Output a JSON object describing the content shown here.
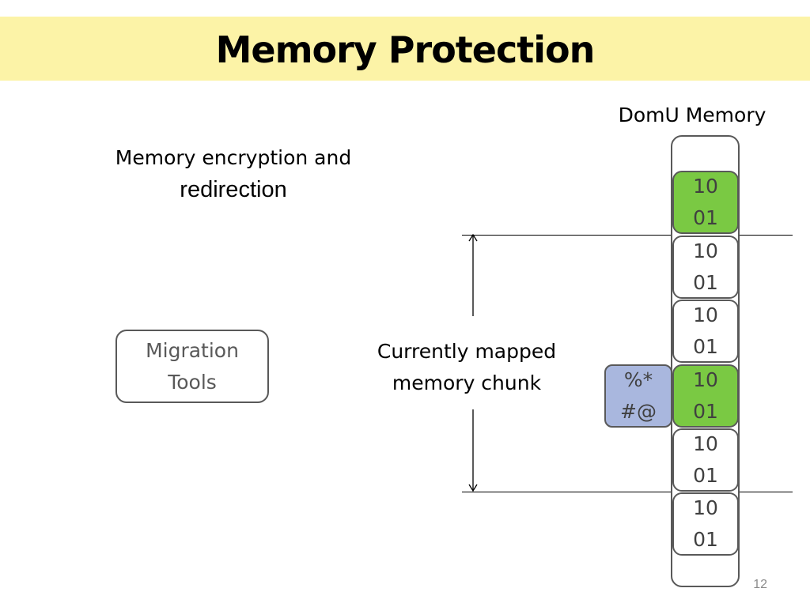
{
  "slide": {
    "title": "Memory Protection",
    "subtitle_line1": "Memory encryption and",
    "subtitle_line2": "redirection",
    "page_number": "12"
  },
  "tools": {
    "line1": "Migration",
    "line2": "Tools"
  },
  "chunk": {
    "line1": "Currently mapped",
    "line2": "memory chunk"
  },
  "memory": {
    "heading": "DomU Memory",
    "cells": [
      {
        "text": "10\n01",
        "highlighted": true
      },
      {
        "text": "10\n01",
        "highlighted": false
      },
      {
        "text": "10\n01",
        "highlighted": false
      },
      {
        "text": "10\n01",
        "highlighted": true
      },
      {
        "text": "10\n01",
        "highlighted": false
      },
      {
        "text": "10\n01",
        "highlighted": false
      }
    ],
    "encrypted": "%*\n#@"
  },
  "colors": {
    "title_band": "#fcf3a7",
    "highlight": "#7ac943",
    "encrypted": "#a9b7de"
  }
}
